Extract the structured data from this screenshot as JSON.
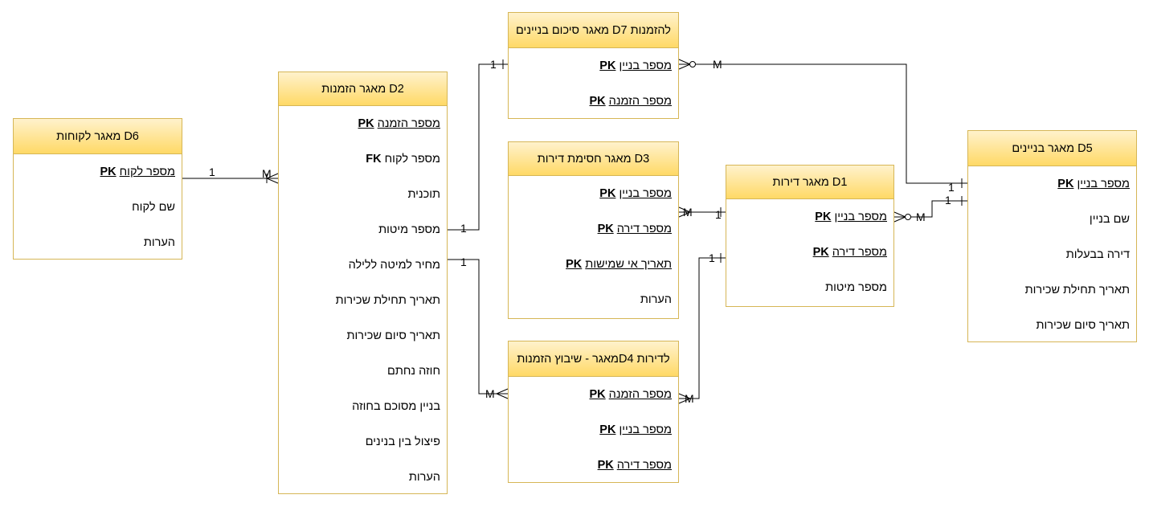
{
  "entities": {
    "d6": {
      "title": "מאגר לקוחות D6",
      "rows": [
        {
          "text": "מספר לקוח",
          "key": "PK",
          "underline": true
        },
        {
          "text": "שם לקוח",
          "key": "",
          "underline": false
        },
        {
          "text": "הערות",
          "key": "",
          "underline": false
        }
      ]
    },
    "d2": {
      "title": "מאגר הזמנות D2",
      "rows": [
        {
          "text": "מספר הזמנה",
          "key": "PK",
          "underline": true
        },
        {
          "text": "מספר לקוח",
          "key": "FK",
          "underline": false
        },
        {
          "text": "תוכנית",
          "key": "",
          "underline": false
        },
        {
          "text": "מספר מיטות",
          "key": "",
          "underline": false
        },
        {
          "text": "מחיר למיטה ללילה",
          "key": "",
          "underline": false
        },
        {
          "text": "תאריך תחילת שכירות",
          "key": "",
          "underline": false
        },
        {
          "text": "תאריך סיום שכירות",
          "key": "",
          "underline": false
        },
        {
          "text": "חוזה נחתם",
          "key": "",
          "underline": false
        },
        {
          "text": "בניין מסוכם בחוזה",
          "key": "",
          "underline": false
        },
        {
          "text": "פיצול בין בנינים",
          "key": "",
          "underline": false
        },
        {
          "text": "הערות",
          "key": "",
          "underline": false
        }
      ]
    },
    "d7": {
      "title": "מאגר סיכום בניינים D7 להזמנות",
      "rows": [
        {
          "text": "מספר בניין",
          "key": "PK",
          "underline": true
        },
        {
          "text": "מספר הזמנה",
          "key": "PK",
          "underline": true
        }
      ]
    },
    "d3": {
      "title": "מאגר חסימת דירות D3",
      "rows": [
        {
          "text": "מספר בניין",
          "key": "PK",
          "underline": true
        },
        {
          "text": "מספר דירה",
          "key": "PK",
          "underline": true
        },
        {
          "text": "תאריך אי שמישות",
          "key": "PK",
          "underline": true
        },
        {
          "text": "הערות",
          "key": "",
          "underline": false
        }
      ]
    },
    "d4": {
      "title": "מאגר - שיבוץ הזמנותD4 לדירות",
      "rows": [
        {
          "text": "מספר הזמנה",
          "key": "PK",
          "underline": true
        },
        {
          "text": "מספר בניין",
          "key": "PK",
          "underline": true
        },
        {
          "text": "מספר דירה",
          "key": "PK",
          "underline": true
        }
      ]
    },
    "d1": {
      "title": "מאגר דירות  D1",
      "rows": [
        {
          "text": "מספר בניין",
          "key": "PK",
          "underline": true
        },
        {
          "text": "מספר דירה",
          "key": "PK",
          "underline": true
        },
        {
          "text": "מספר מיטות",
          "key": "",
          "underline": false
        }
      ]
    },
    "d5": {
      "title": "מאגר בניינים D5",
      "rows": [
        {
          "text": "מספר בניין",
          "key": "PK",
          "underline": true
        },
        {
          "text": "שם בניין",
          "key": "",
          "underline": false
        },
        {
          "text": "דירה בבעלות",
          "key": "",
          "underline": false
        },
        {
          "text": "תאריך תחילת שכירות",
          "key": "",
          "underline": false
        },
        {
          "text": "תאריך סיום שכירות",
          "key": "",
          "underline": false
        }
      ]
    }
  },
  "relations": [
    {
      "id": "d6-d2",
      "from_label": "1",
      "to_label": "M",
      "to_end": "crow-many"
    },
    {
      "id": "d2-d7",
      "from_label": "1",
      "to_label": "1",
      "to_end": "one"
    },
    {
      "id": "d7-d5",
      "from_label": "M",
      "to_label": "1",
      "to_end": "zero-many"
    },
    {
      "id": "d2-d4",
      "from_label": "1",
      "to_label": "M",
      "to_end": "crow-many"
    },
    {
      "id": "d3-d1",
      "from_label": "M",
      "to_label": "1",
      "to_end": "crow-many"
    },
    {
      "id": "d4-d1",
      "from_label": "M",
      "to_label": "1",
      "to_end": "crow-many"
    },
    {
      "id": "d1-d5",
      "from_label": "M",
      "to_label": "1",
      "to_end": "zero-many"
    }
  ],
  "colors": {
    "header_top": "#fff2cc",
    "header_bottom": "#ffd966",
    "border": "#d6b656",
    "line": "#000000"
  }
}
